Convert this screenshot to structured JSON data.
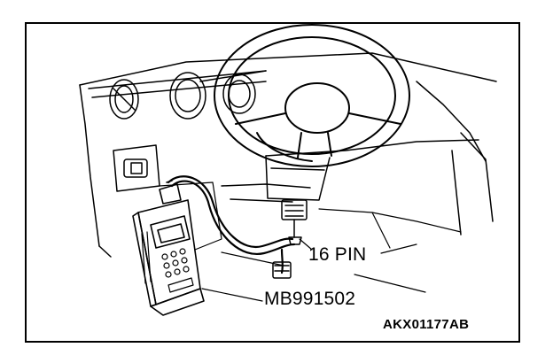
{
  "figure": {
    "labels": {
      "connector": "16 PIN",
      "tool_part_number": "MB991502",
      "figure_code": "AKX01177AB"
    }
  }
}
